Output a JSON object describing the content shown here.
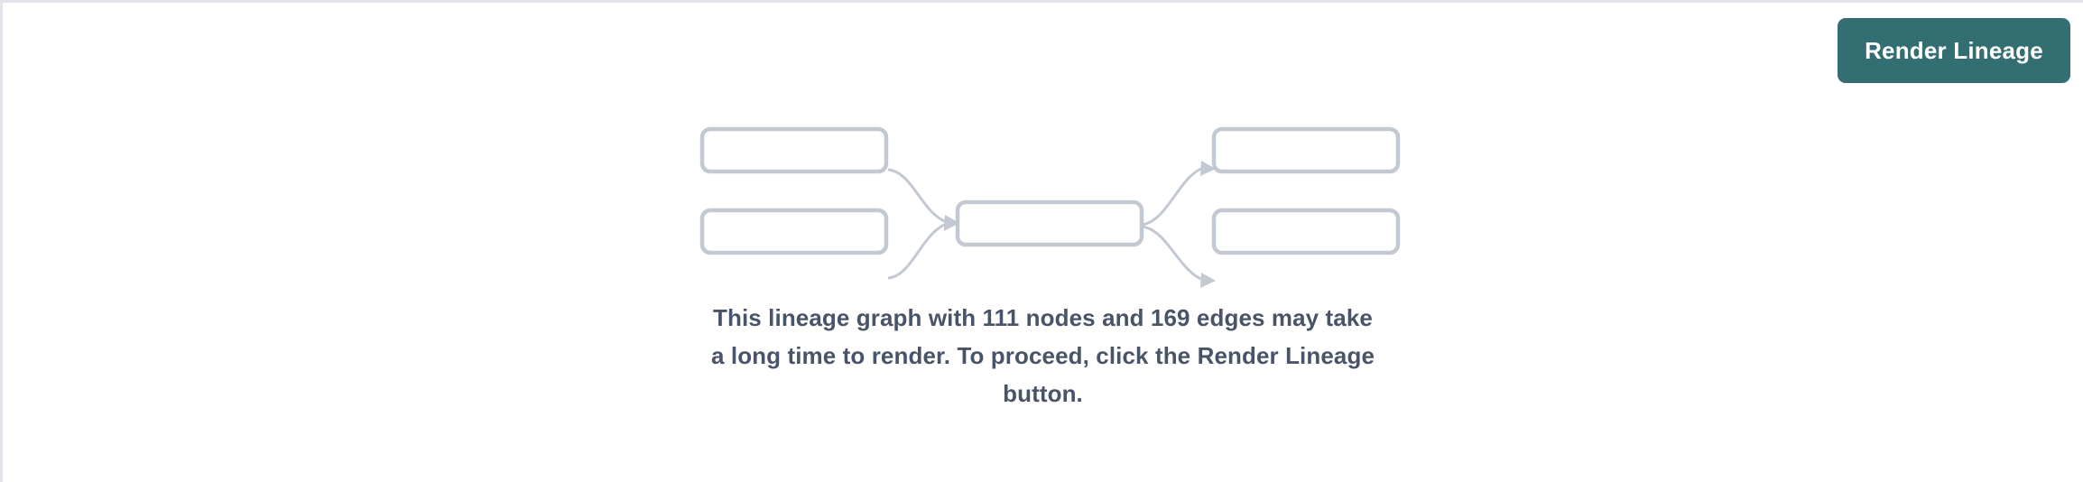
{
  "page": {
    "background_color": "#ffffff",
    "border_color": "#e2e4e9"
  },
  "toolbar": {
    "render_lineage_label": "Render Lineage",
    "render_lineage_bg": "#336E72",
    "render_lineage_text_color": "#ffffff"
  },
  "graph_placeholder": {
    "node_border_color": "#c3c9d2",
    "edge_color": "#c3c9d2",
    "node_count_shown": 5,
    "edge_count_shown": 4,
    "nodes": [
      {
        "id": "upstream-1",
        "label": ""
      },
      {
        "id": "upstream-2",
        "label": ""
      },
      {
        "id": "center",
        "label": ""
      },
      {
        "id": "downstream-1",
        "label": ""
      },
      {
        "id": "downstream-2",
        "label": ""
      }
    ]
  },
  "message": {
    "text_color": "#4a5468",
    "node_count": "111",
    "edge_count": "169",
    "lines": [
      "This lineage graph with 111 nodes and 169 edges may take",
      "a long time to render. To proceed, click the Render Lineage",
      "button."
    ],
    "full_text": "This lineage graph with 111 nodes and 169 edges may take a long time to render. To proceed, click the Render Lineage button."
  }
}
